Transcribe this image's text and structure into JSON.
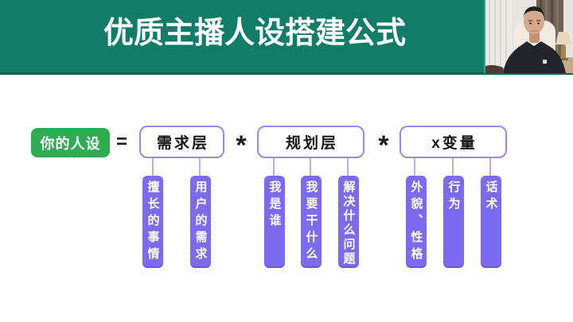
{
  "header": {
    "title": "优质主播人设搭建公式"
  },
  "colors": {
    "header_bg": "#117C68",
    "header_edge": "#0B6354",
    "subject_green": "#2FAB51",
    "group_box_border": "#968AEE",
    "item_purple": "#7C6BF0",
    "connector": "#B7ACF5",
    "title_text": "#FFFFFF"
  },
  "formula": {
    "subject": "你的人设",
    "equals_sign": "=",
    "multiply_sign": "*",
    "groups": [
      {
        "label": "需求层",
        "items": [
          "擅长的事情",
          "用户的需求"
        ]
      },
      {
        "label": "规划层",
        "items": [
          "我是谁",
          "我要干什么",
          "解决什么问题"
        ]
      },
      {
        "label": "x变量",
        "items": [
          "外貌、性格",
          "行为",
          "话术"
        ]
      }
    ]
  }
}
